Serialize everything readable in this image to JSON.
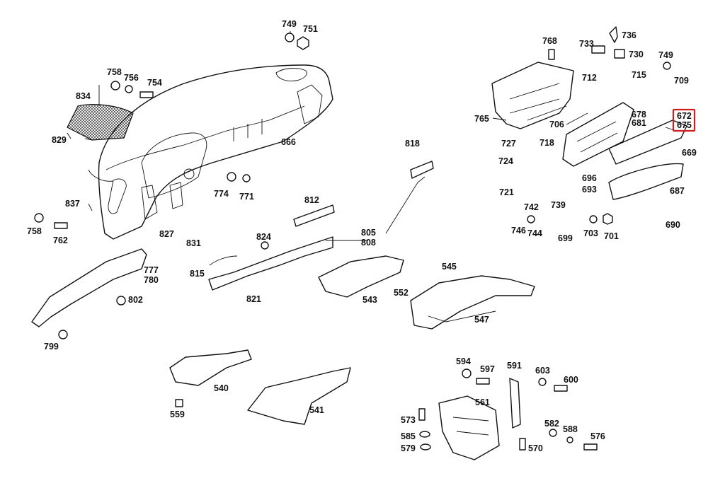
{
  "diagram": {
    "highlight_color": "#d11f1f",
    "highlighted_labels": [
      "672",
      "675"
    ],
    "labels": [
      "749",
      "751",
      "768",
      "733",
      "736",
      "730",
      "749",
      "758",
      "756",
      "754",
      "834",
      "712",
      "715",
      "709",
      "829",
      "765",
      "706",
      "678",
      "681",
      "672",
      "675",
      "666",
      "727",
      "718",
      "669",
      "724",
      "696",
      "693",
      "721",
      "818",
      "774",
      "771",
      "742",
      "739",
      "687",
      "837",
      "812",
      "758",
      "762",
      "746",
      "744",
      "699",
      "703",
      "701",
      "690",
      "827",
      "831",
      "824",
      "805",
      "808",
      "777",
      "780",
      "815",
      "545",
      "802",
      "552",
      "821",
      "543",
      "547",
      "799",
      "594",
      "597",
      "591",
      "603",
      "600",
      "540",
      "561",
      "559",
      "541",
      "573",
      "582",
      "588",
      "585",
      "576",
      "579",
      "570"
    ]
  }
}
